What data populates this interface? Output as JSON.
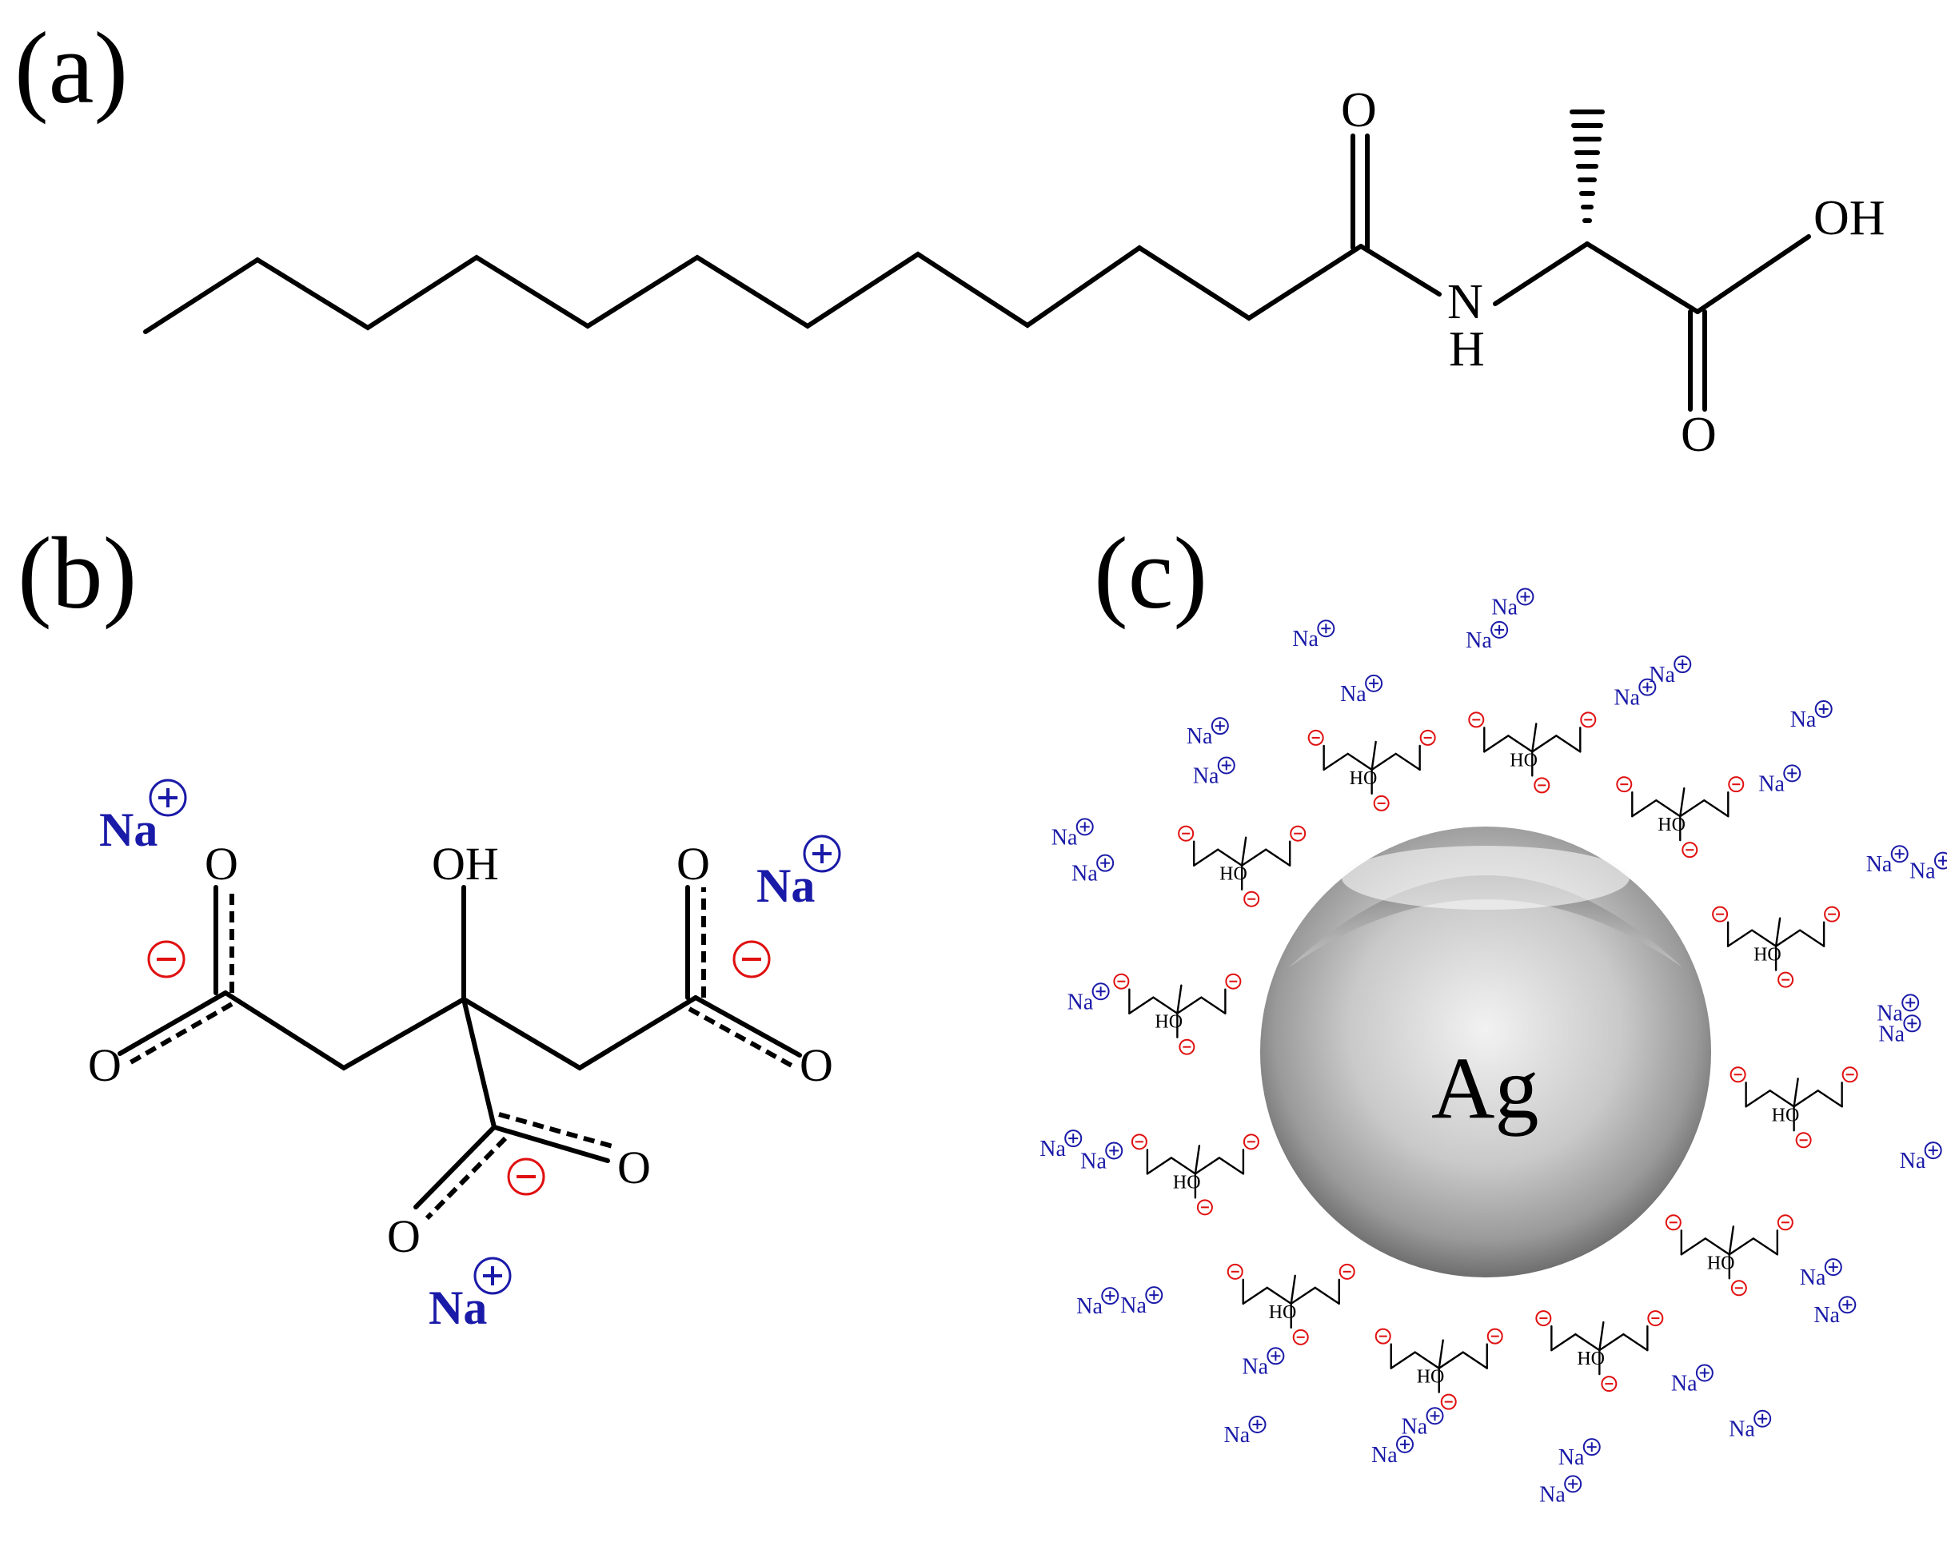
{
  "panels": {
    "a": {
      "label": "(a)"
    },
    "b": {
      "label": "(b)"
    },
    "c": {
      "label": "(c)"
    }
  },
  "molecule_a": {
    "atoms": {
      "carbonyl_o": "O",
      "amide_n": "N",
      "amide_h": "H",
      "hydroxyl": "OH",
      "acid_o": "O"
    }
  },
  "molecule_b": {
    "atoms": {
      "hydroxyl": "OH",
      "o_top_left": "O",
      "o_left": "O",
      "o_top_right": "O",
      "o_right": "O",
      "o_bottom_right": "O",
      "o_bottom": "O"
    },
    "cation": "Na",
    "cation_charge": "+",
    "anion_charge": "−"
  },
  "particle_c": {
    "core_label": "Ag",
    "cation": "Na",
    "ligand_hydroxyl": "HO"
  },
  "colors": {
    "sodium": "#1a1aa8",
    "negative_charge": "#e01010",
    "bonds": "#000000"
  }
}
